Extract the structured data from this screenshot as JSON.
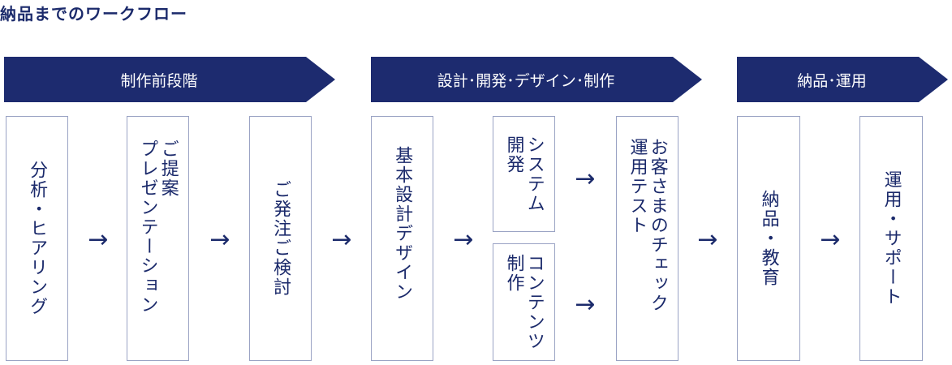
{
  "title": "納品までのワークフロー",
  "phases": [
    "制作前段階",
    "設計･開発･デザイン･制作",
    "納品･運用"
  ],
  "steps": {
    "s1": "分析・ヒアリング",
    "s2_line1": "ご提案",
    "s2_line2": "プレゼンテーション",
    "s3": "ご発注ご検討",
    "s4": "基本設計デザイン",
    "s5a_line1": "システム",
    "s5a_line2": "開発",
    "s5b_line1": "コンテンツ",
    "s5b_line2": "制作",
    "s6_line1": "お客さまのチェック",
    "s6_line2": "運用テスト",
    "s7": "納品・教育",
    "s8": "運用・サポート"
  },
  "arrow_symbol": "→",
  "colors": {
    "primary": "#1d2b6f",
    "border": "#9aa3c4"
  }
}
